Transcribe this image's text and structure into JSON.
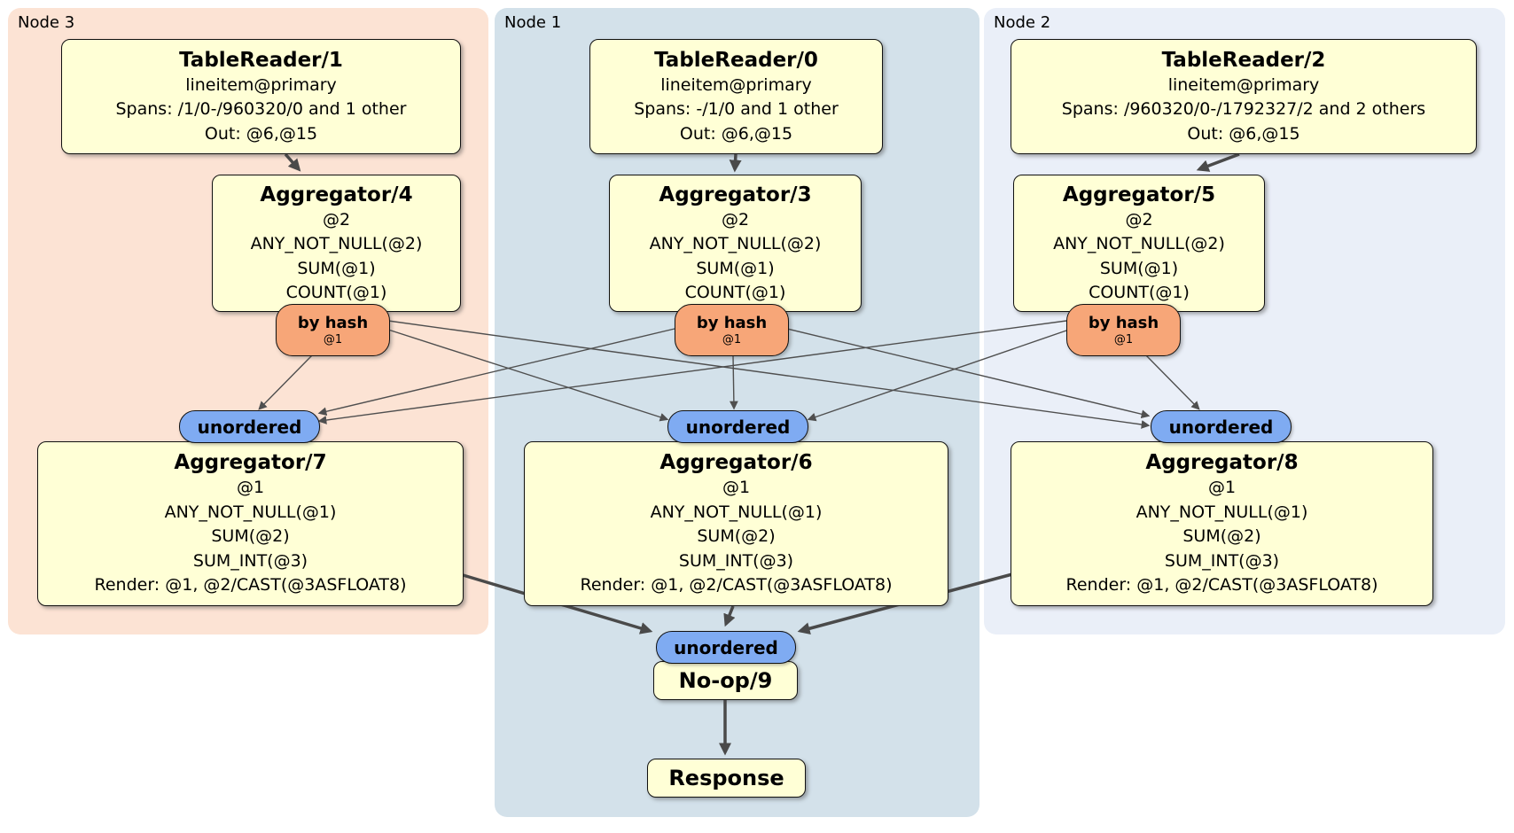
{
  "colors": {
    "node3_bg": "#fce3d4",
    "node1_bg": "#d3e1ea",
    "node2_bg": "#eaeff8",
    "processor_box_fill": "#ffffd6",
    "hash_router_fill": "#f7a678",
    "sync_pill_fill": "#7fabf2",
    "edge": "#4a4a4a"
  },
  "nodes": [
    {
      "label": "Node 3",
      "table_reader": {
        "title": "TableReader/1",
        "lines": [
          "lineitem@primary",
          "Spans: /1/0-/960320/0 and 1 other",
          "Out: @6,@15"
        ]
      },
      "aggregator": {
        "title": "Aggregator/4",
        "lines": [
          "@2",
          "ANY_NOT_NULL(@2)",
          "SUM(@1)",
          "COUNT(@1)"
        ]
      },
      "router": {
        "label": "by hash",
        "detail": "@1"
      },
      "sync": {
        "label": "unordered"
      },
      "final_aggregator": {
        "title": "Aggregator/7",
        "lines": [
          "@1",
          "ANY_NOT_NULL(@1)",
          "SUM(@2)",
          "SUM_INT(@3)",
          "Render: @1, @2/CAST(@3ASFLOAT8)"
        ]
      }
    },
    {
      "label": "Node 1",
      "table_reader": {
        "title": "TableReader/0",
        "lines": [
          "lineitem@primary",
          "Spans: -/1/0 and 1 other",
          "Out: @6,@15"
        ]
      },
      "aggregator": {
        "title": "Aggregator/3",
        "lines": [
          "@2",
          "ANY_NOT_NULL(@2)",
          "SUM(@1)",
          "COUNT(@1)"
        ]
      },
      "router": {
        "label": "by hash",
        "detail": "@1"
      },
      "sync": {
        "label": "unordered"
      },
      "final_aggregator": {
        "title": "Aggregator/6",
        "lines": [
          "@1",
          "ANY_NOT_NULL(@1)",
          "SUM(@2)",
          "SUM_INT(@3)",
          "Render: @1, @2/CAST(@3ASFLOAT8)"
        ]
      }
    },
    {
      "label": "Node 2",
      "table_reader": {
        "title": "TableReader/2",
        "lines": [
          "lineitem@primary",
          "Spans: /960320/0-/1792327/2 and 2 others",
          "Out: @6,@15"
        ]
      },
      "aggregator": {
        "title": "Aggregator/5",
        "lines": [
          "@2",
          "ANY_NOT_NULL(@2)",
          "SUM(@1)",
          "COUNT(@1)"
        ]
      },
      "router": {
        "label": "by hash",
        "detail": "@1"
      },
      "sync": {
        "label": "unordered"
      },
      "final_aggregator": {
        "title": "Aggregator/8",
        "lines": [
          "@1",
          "ANY_NOT_NULL(@1)",
          "SUM(@2)",
          "SUM_INT(@3)",
          "Render: @1, @2/CAST(@3ASFLOAT8)"
        ]
      }
    }
  ],
  "final_stage": {
    "sync": {
      "label": "unordered"
    },
    "noop": {
      "title": "No-op/9"
    },
    "response": {
      "title": "Response"
    }
  }
}
